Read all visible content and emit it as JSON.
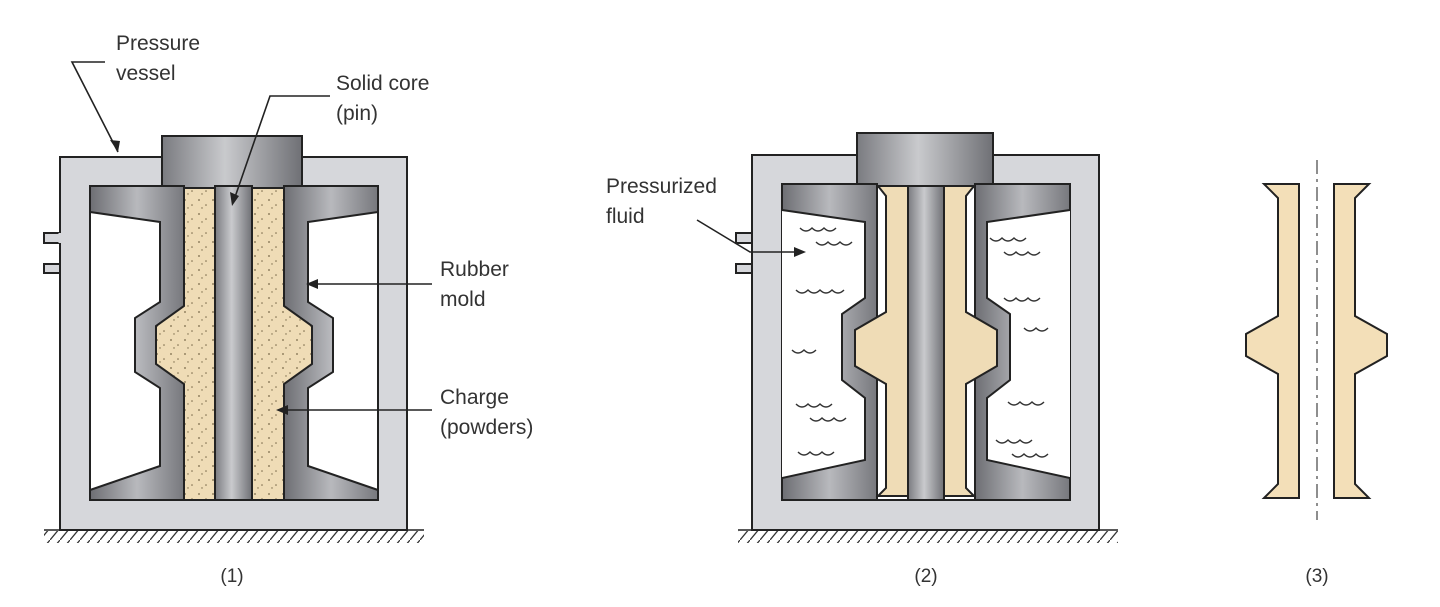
{
  "labels": {
    "pressure_vessel": [
      "Pressure",
      "vessel"
    ],
    "solid_core": [
      "Solid core",
      "(pin)"
    ],
    "rubber_mold": [
      "Rubber",
      "mold"
    ],
    "charge": [
      "Charge",
      "(powders)"
    ],
    "pressurized_fluid": [
      "Pressurized",
      "fluid"
    ]
  },
  "captions": [
    "(1)",
    "(2)",
    "(3)"
  ],
  "colors": {
    "vessel": "#d6d7db",
    "metal_dark": "#8d8e92",
    "powder": "#efdcb6",
    "part": "#f3dfb8",
    "outline": "#222222"
  }
}
